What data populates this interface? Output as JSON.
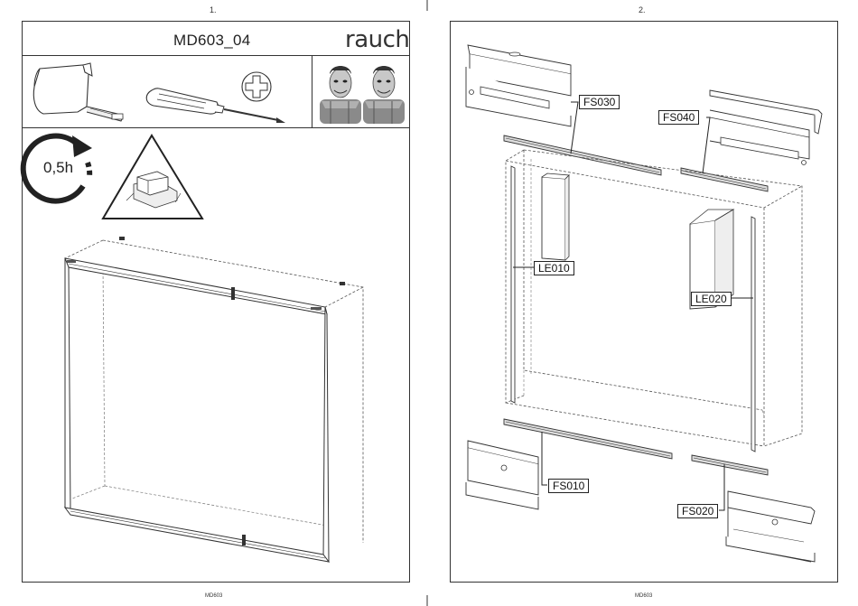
{
  "page1": {
    "page_number": "1.",
    "title": "MD603_04",
    "brand": "rauch",
    "duration": "0,5h",
    "footer": "MD603"
  },
  "page2": {
    "page_number": "2.",
    "footer": "MD603",
    "labels": {
      "fs030": "FS030",
      "fs040": "FS040",
      "le010": "LE010",
      "le020": "LE020",
      "fs010": "FS010",
      "fs020": "FS020"
    }
  },
  "icons": {
    "tape": "tape-measure-icon",
    "screwdriver": "phillips-screwdriver-icon",
    "people": "two-person-assembly-icon",
    "time": "clock-arrow-icon",
    "caution": "heavy-part-warning-icon"
  }
}
